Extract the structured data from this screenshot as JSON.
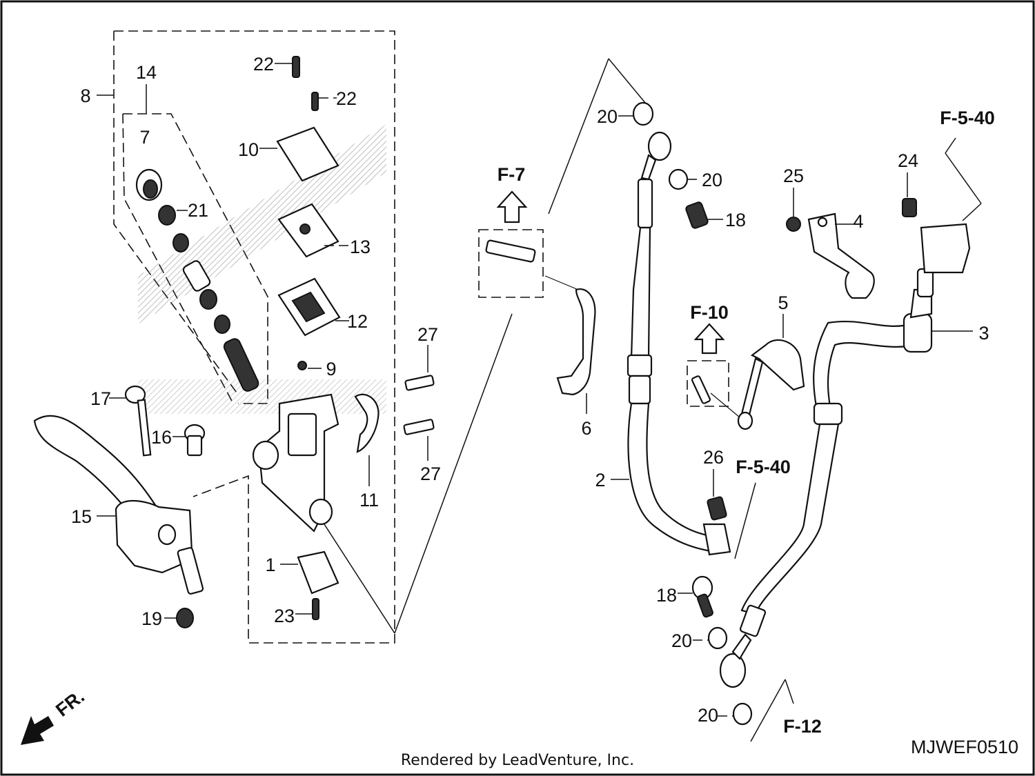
{
  "diagram": {
    "callouts": [
      "1",
      "2",
      "3",
      "4",
      "5",
      "6",
      "7",
      "8",
      "9",
      "10",
      "11",
      "12",
      "13",
      "14",
      "15",
      "16",
      "17",
      "18",
      "19",
      "20",
      "21",
      "22",
      "23",
      "24",
      "25",
      "26",
      "27"
    ],
    "references": {
      "f7": "F-7",
      "f10": "F-10",
      "f540": "F-5-40",
      "f12": "F-12"
    },
    "front_marker": "FR.",
    "diagram_code": "MJWEF0510"
  },
  "footer": {
    "credit": "Rendered by LeadVenture, Inc."
  }
}
